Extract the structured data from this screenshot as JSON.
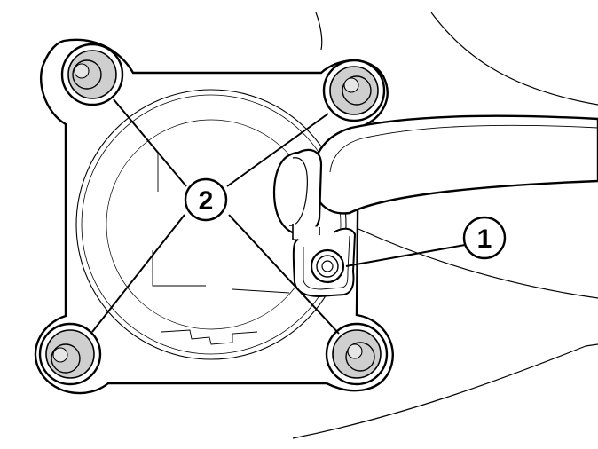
{
  "diagram": {
    "callouts": [
      {
        "id": "1",
        "label": "1"
      },
      {
        "id": "2",
        "label": "2"
      }
    ],
    "colors": {
      "line": "#000000",
      "bolt_fill": "#cfcfcf",
      "background": "#ffffff"
    }
  }
}
